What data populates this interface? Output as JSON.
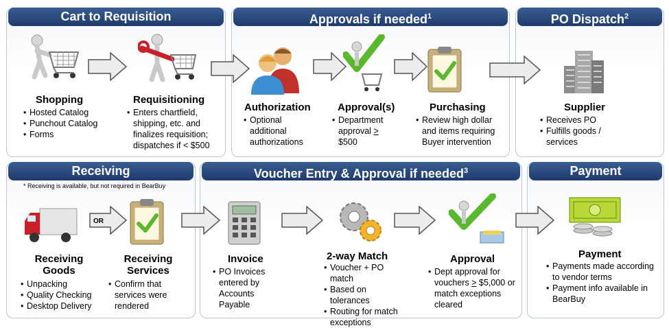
{
  "panels": {
    "cart": {
      "title": "Cart to Requisition"
    },
    "approvals": {
      "title": "Approvals if needed",
      "sup": "1"
    },
    "dispatch": {
      "title": "PO Dispatch",
      "sup": "2"
    },
    "receiving": {
      "title": "Receiving",
      "note": "* Receiving is available, but not required in BearBuy"
    },
    "voucher": {
      "title": "Voucher Entry & Approval if needed",
      "sup": "3"
    },
    "payment": {
      "title": "Payment"
    }
  },
  "steps": {
    "shopping": {
      "title": "Shopping",
      "bullets": [
        "Hosted Catalog",
        "Punchout  Catalog",
        "Forms"
      ]
    },
    "requisitioning": {
      "title": "Requisitioning",
      "bullets": [
        "Enters chartfield, shipping, etc. and finalizes requisition; dispatches  if < $500"
      ]
    },
    "authorization": {
      "title": "Authorization",
      "bullets": [
        "Optional additional authorizations"
      ]
    },
    "approvals": {
      "title": "Approval(s)",
      "b1": "Department approval ",
      "b1u": ">",
      "b1end": " $500"
    },
    "purchasing": {
      "title": "Purchasing",
      "bullets": [
        "Review  high dollar and items requiring Buyer intervention"
      ]
    },
    "supplier": {
      "title": "Supplier",
      "bullets": [
        "Receives  PO",
        "Fulfills goods / services"
      ]
    },
    "receiving_goods": {
      "title1": "Receiving",
      "title2": "Goods",
      "bullets": [
        "Unpacking",
        "Quality Checking",
        "Desktop Delivery"
      ]
    },
    "or_label": "OR",
    "receiving_services": {
      "title1": "Receiving",
      "title2": "Services",
      "bullets": [
        "Confirm that services were rendered"
      ]
    },
    "invoice": {
      "title": "Invoice",
      "bullets": [
        "PO Invoices entered by Accounts Payable"
      ]
    },
    "match": {
      "title": "2-way Match",
      "bullets": [
        "Voucher + PO match",
        "Based on tolerances",
        "Routing  for match exceptions"
      ]
    },
    "approval": {
      "title": "Approval",
      "b1": "Dept approval  for vouchers ",
      "b1u": ">",
      "b1end": " $5,000 or match exceptions cleared"
    },
    "payment": {
      "title": "Payment",
      "bullets": [
        "Payments made according to vendor terms",
        "Payment info available  in BearBuy"
      ]
    }
  },
  "colors": {
    "header": "#1e3b6b",
    "arrow_fill": "#ececec",
    "check": "#59b82b",
    "truck": "#c8202a"
  }
}
